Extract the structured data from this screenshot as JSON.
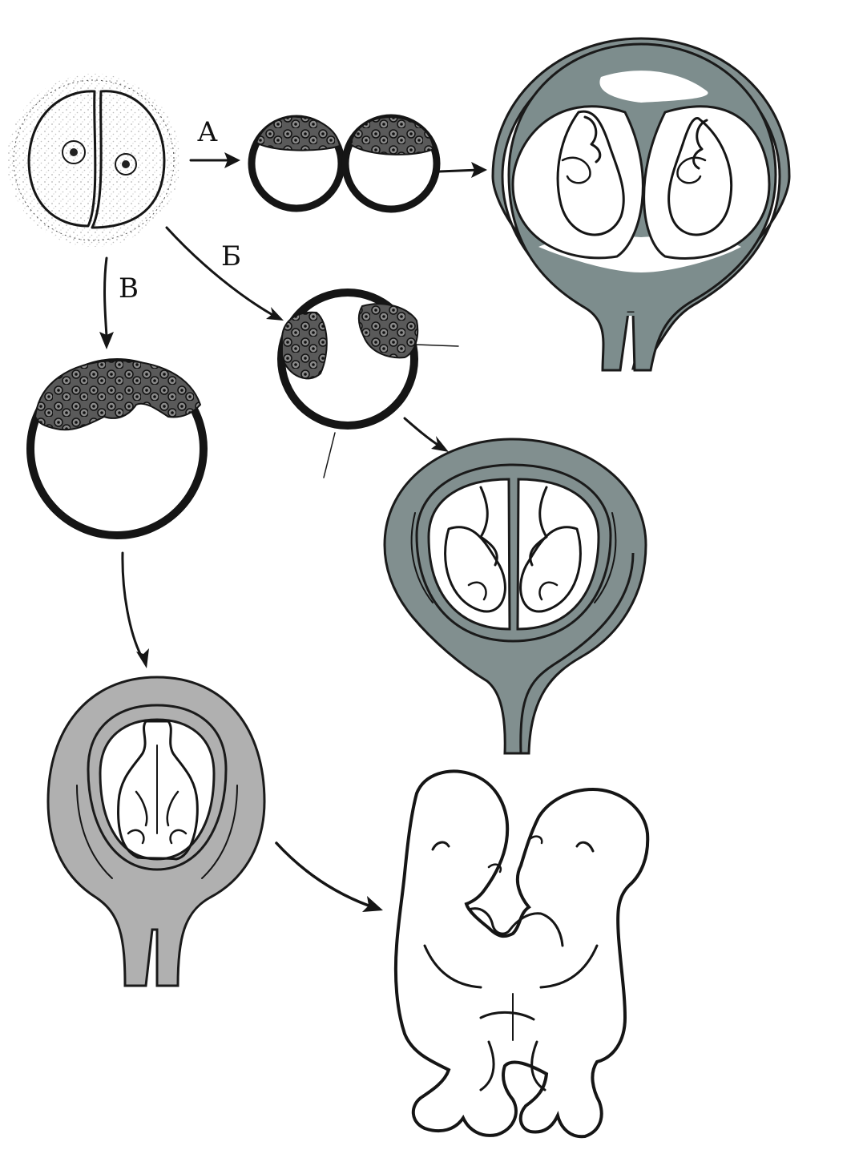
{
  "figure": {
    "labels": {
      "a": "А",
      "b": "Б",
      "v": "В"
    },
    "colors": {
      "wall_dark": "#7f8f8f",
      "wall_light": "#b0b0b0",
      "zygote": "#b9b9b9",
      "cluster": "#565656",
      "ink": "#151515"
    }
  }
}
